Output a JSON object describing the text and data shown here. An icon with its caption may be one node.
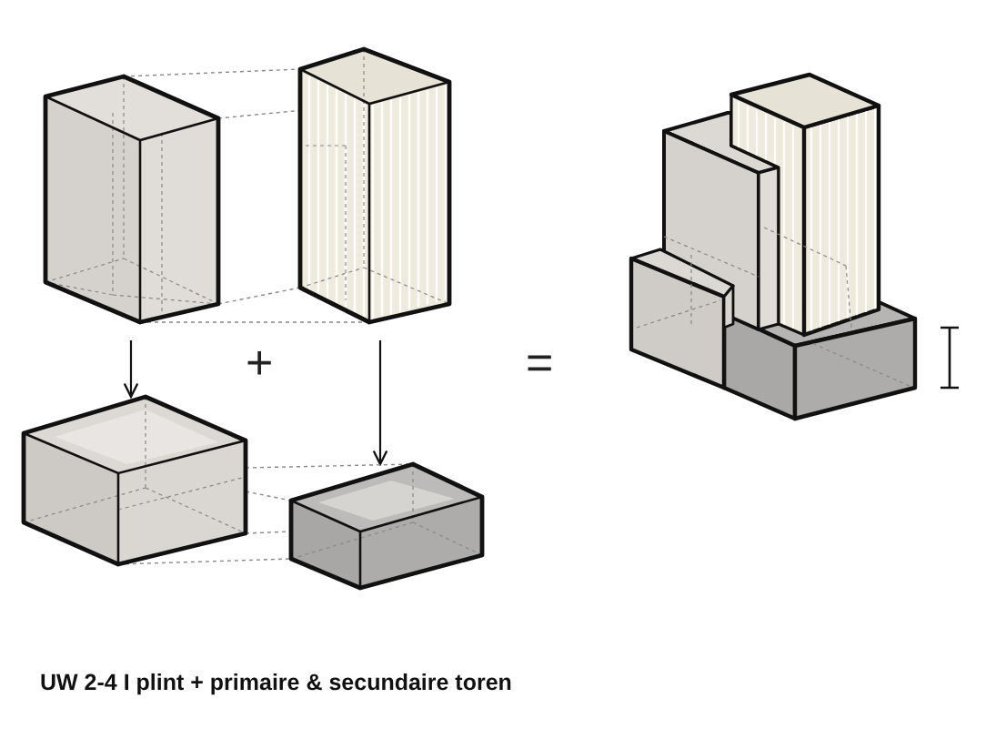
{
  "diagram": {
    "caption": "UW 2-4 I plint + primaire & secundaire toren",
    "nodes": [
      {
        "text": [],
        "shape": "box"
      },
      {
        "text": [],
        "shape": "box"
      },
      {
        "text": [],
        "shape": "box"
      },
      {
        "text": [],
        "shape": "box"
      }
    ],
    "edges": [
      {
        "from": 0,
        "to": 2,
        "arrow": "to",
        "color": "#111111"
      },
      {
        "from": 1,
        "to": 3,
        "arrow": "to",
        "color": "#111111"
      },
      {
        "from": 0,
        "to": 1,
        "arrow": "none",
        "style": "dashed"
      },
      {
        "from": 0,
        "to": 1,
        "arrow": "none",
        "style": "dashed"
      },
      {
        "from": 0,
        "to": 1,
        "arrow": "none",
        "style": "dashed"
      },
      {
        "from": 0,
        "to": 1,
        "arrow": "none",
        "style": "dashed"
      },
      {
        "from": 2,
        "to": 3,
        "arrow": "none",
        "style": "dashed"
      },
      {
        "from": 2,
        "to": 3,
        "arrow": "none",
        "style": "dashed"
      },
      {
        "from": 2,
        "to": 3,
        "arrow": "none",
        "style": "dashed"
      },
      {
        "from": 2,
        "to": 3,
        "arrow": "none",
        "style": "dashed"
      }
    ],
    "labels": [
      "+",
      "="
    ]
  }
}
